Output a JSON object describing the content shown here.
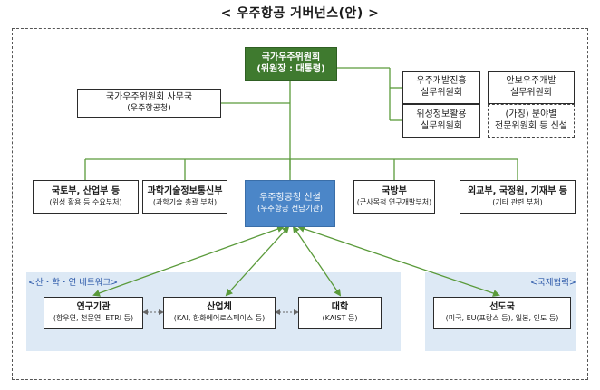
{
  "title": "< 우주항공 거버넌스(안) >",
  "top": {
    "title": "국가우주위원회",
    "subtitle": "(위원장 : 대통령)"
  },
  "secretariat": {
    "title": "국가우주위원회 사무국",
    "subtitle": "(우주항공청)"
  },
  "committees": [
    {
      "line1": "우주개발진흥",
      "line2": "실무위원회"
    },
    {
      "line1": "안보우주개발",
      "line2": "실무위원회"
    },
    {
      "line1": "위성정보활용",
      "line2": "실무위원회"
    },
    {
      "line1": "(가칭) 분야별",
      "line2": "전문위원회 등 신설"
    }
  ],
  "ministries": [
    {
      "title": "국토부, 산업부 등",
      "subtitle": "(위성 활용 등 수요부처)"
    },
    {
      "title": "과학기술정보통신부",
      "subtitle": "(과학기술 총괄 부처)"
    },
    {
      "title": "우주항공청 신설",
      "subtitle": "(우주항공 전담기관)"
    },
    {
      "title": "국방부",
      "subtitle": "(군사목적 연구개발부처)"
    },
    {
      "title": "외교부, 국정원, 기재부 등",
      "subtitle": "(기타 관련 부처)"
    }
  ],
  "network": {
    "label": "<산・학・연 네트워크>",
    "nodes": [
      {
        "title": "연구기관",
        "subtitle": "(항우연, 천문연, ETRI 등)"
      },
      {
        "title": "산업체",
        "subtitle": "(KAI, 한화에어로스페이스 등)"
      },
      {
        "title": "대학",
        "subtitle": "(KAIST 등)"
      }
    ]
  },
  "international": {
    "label": "<국제협력>",
    "node": {
      "title": "선도국",
      "subtitle": "(미국, EU(프랑스 등), 일본, 인도 등)"
    }
  },
  "colors": {
    "top": "#3f7a2f",
    "agency": "#4b86c8",
    "region": "#dde9f5",
    "network_label": "#2a57a8",
    "line": "#5a9a3a"
  }
}
